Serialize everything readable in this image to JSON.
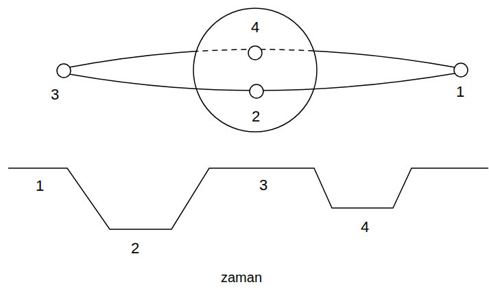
{
  "diagram": {
    "labels": [
      "4",
      "3",
      "1",
      "2",
      "1",
      "2",
      "3",
      "4",
      "zaman"
    ]
  }
}
